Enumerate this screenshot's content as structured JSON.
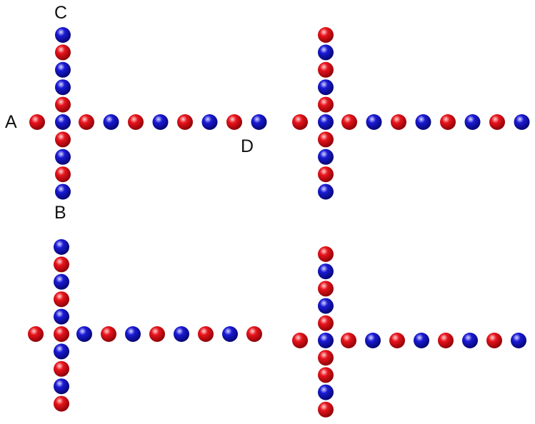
{
  "colors": {
    "red": "#e8141c",
    "blue": "#1a1ad6",
    "red_hi": "#ffd2d2",
    "blue_hi": "#d8d8ff",
    "red_lo": "#8a0006",
    "blue_lo": "#05056e"
  },
  "labels": {
    "a": "A",
    "b": "B",
    "c": "C",
    "d": "D"
  },
  "figures": [
    {
      "name": "top-left",
      "vertical": [
        "blue",
        "red",
        "blue",
        "blue",
        "red",
        "blue",
        "red",
        "blue",
        "red",
        "blue"
      ],
      "horizontal": [
        "red",
        "blue",
        "red",
        "blue",
        "red",
        "blue",
        "red",
        "blue",
        "red",
        "blue"
      ],
      "cross_vertical_index": 5,
      "cross_horizontal_index": 1
    },
    {
      "name": "top-right",
      "vertical": [
        "red",
        "blue",
        "red",
        "blue",
        "red",
        "blue",
        "red",
        "blue",
        "red",
        "blue"
      ],
      "horizontal": [
        "red",
        "blue",
        "red",
        "blue",
        "red",
        "blue",
        "red",
        "blue",
        "red",
        "blue"
      ],
      "cross_vertical_index": 5,
      "cross_horizontal_index": 1
    },
    {
      "name": "bottom-left",
      "vertical": [
        "blue",
        "red",
        "blue",
        "red",
        "blue",
        "red",
        "blue",
        "red",
        "blue",
        "red"
      ],
      "horizontal": [
        "red",
        "red",
        "blue",
        "red",
        "blue",
        "red",
        "blue",
        "red",
        "blue",
        "red"
      ],
      "cross_vertical_index": 5,
      "cross_horizontal_index": 1
    },
    {
      "name": "bottom-right",
      "vertical": [
        "red",
        "blue",
        "red",
        "blue",
        "red",
        "blue",
        "red",
        "red",
        "blue",
        "red"
      ],
      "horizontal": [
        "red",
        "blue",
        "red",
        "blue",
        "red",
        "blue",
        "red",
        "blue",
        "red",
        "blue"
      ],
      "cross_vertical_index": 5,
      "cross_horizontal_index": 1
    }
  ]
}
